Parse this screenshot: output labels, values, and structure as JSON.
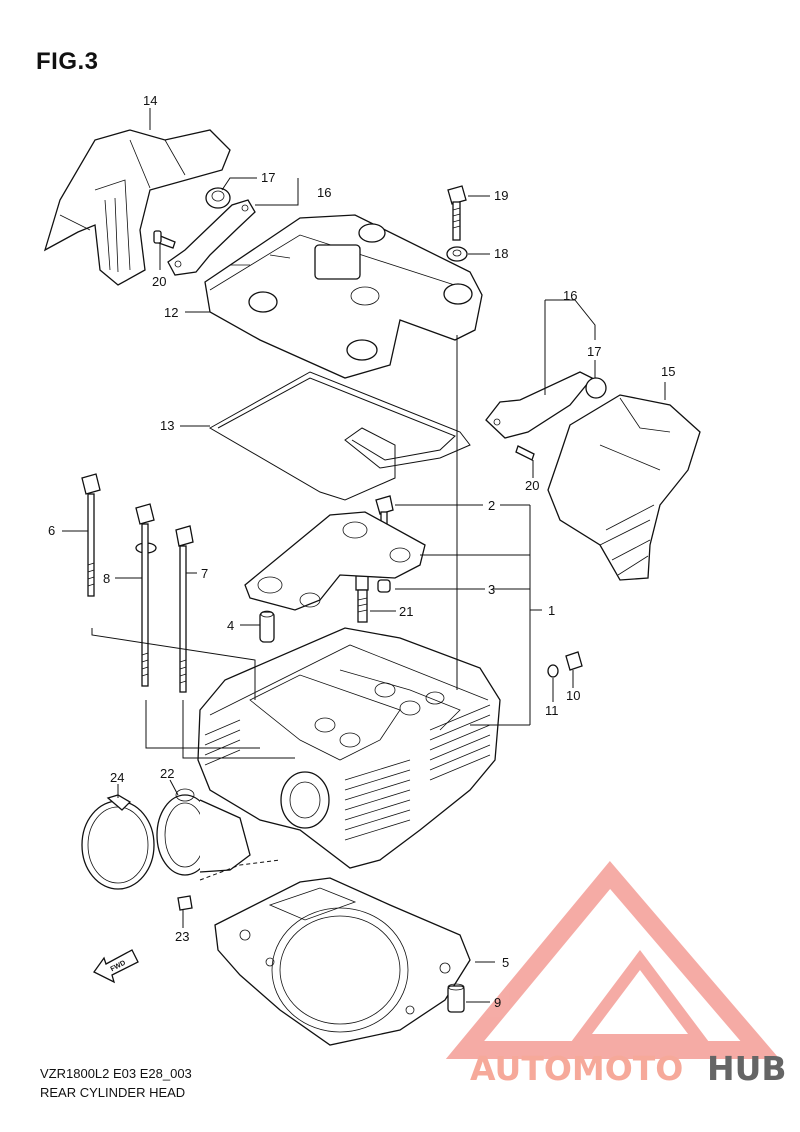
{
  "figure": {
    "title": "FIG.3"
  },
  "footer": {
    "model_code": "VZR1800L2 E03 E28_003",
    "caption": "REAR CYLINDER HEAD"
  },
  "fwd_arrow": {
    "label": "FWD"
  },
  "callouts": [
    "14",
    "17",
    "16",
    "20",
    "19",
    "18",
    "12",
    "16",
    "17",
    "15",
    "13",
    "20",
    "6",
    "2",
    "8",
    "7",
    "3",
    "21",
    "4",
    "1",
    "10",
    "11",
    "24",
    "22",
    "23",
    "5",
    "9"
  ],
  "watermark": {
    "part1": "AUTOMOTO",
    "part2": "HUB",
    "color_accent": "#f08a84",
    "color_dark": "#555555",
    "color_light": "#f6a090"
  }
}
